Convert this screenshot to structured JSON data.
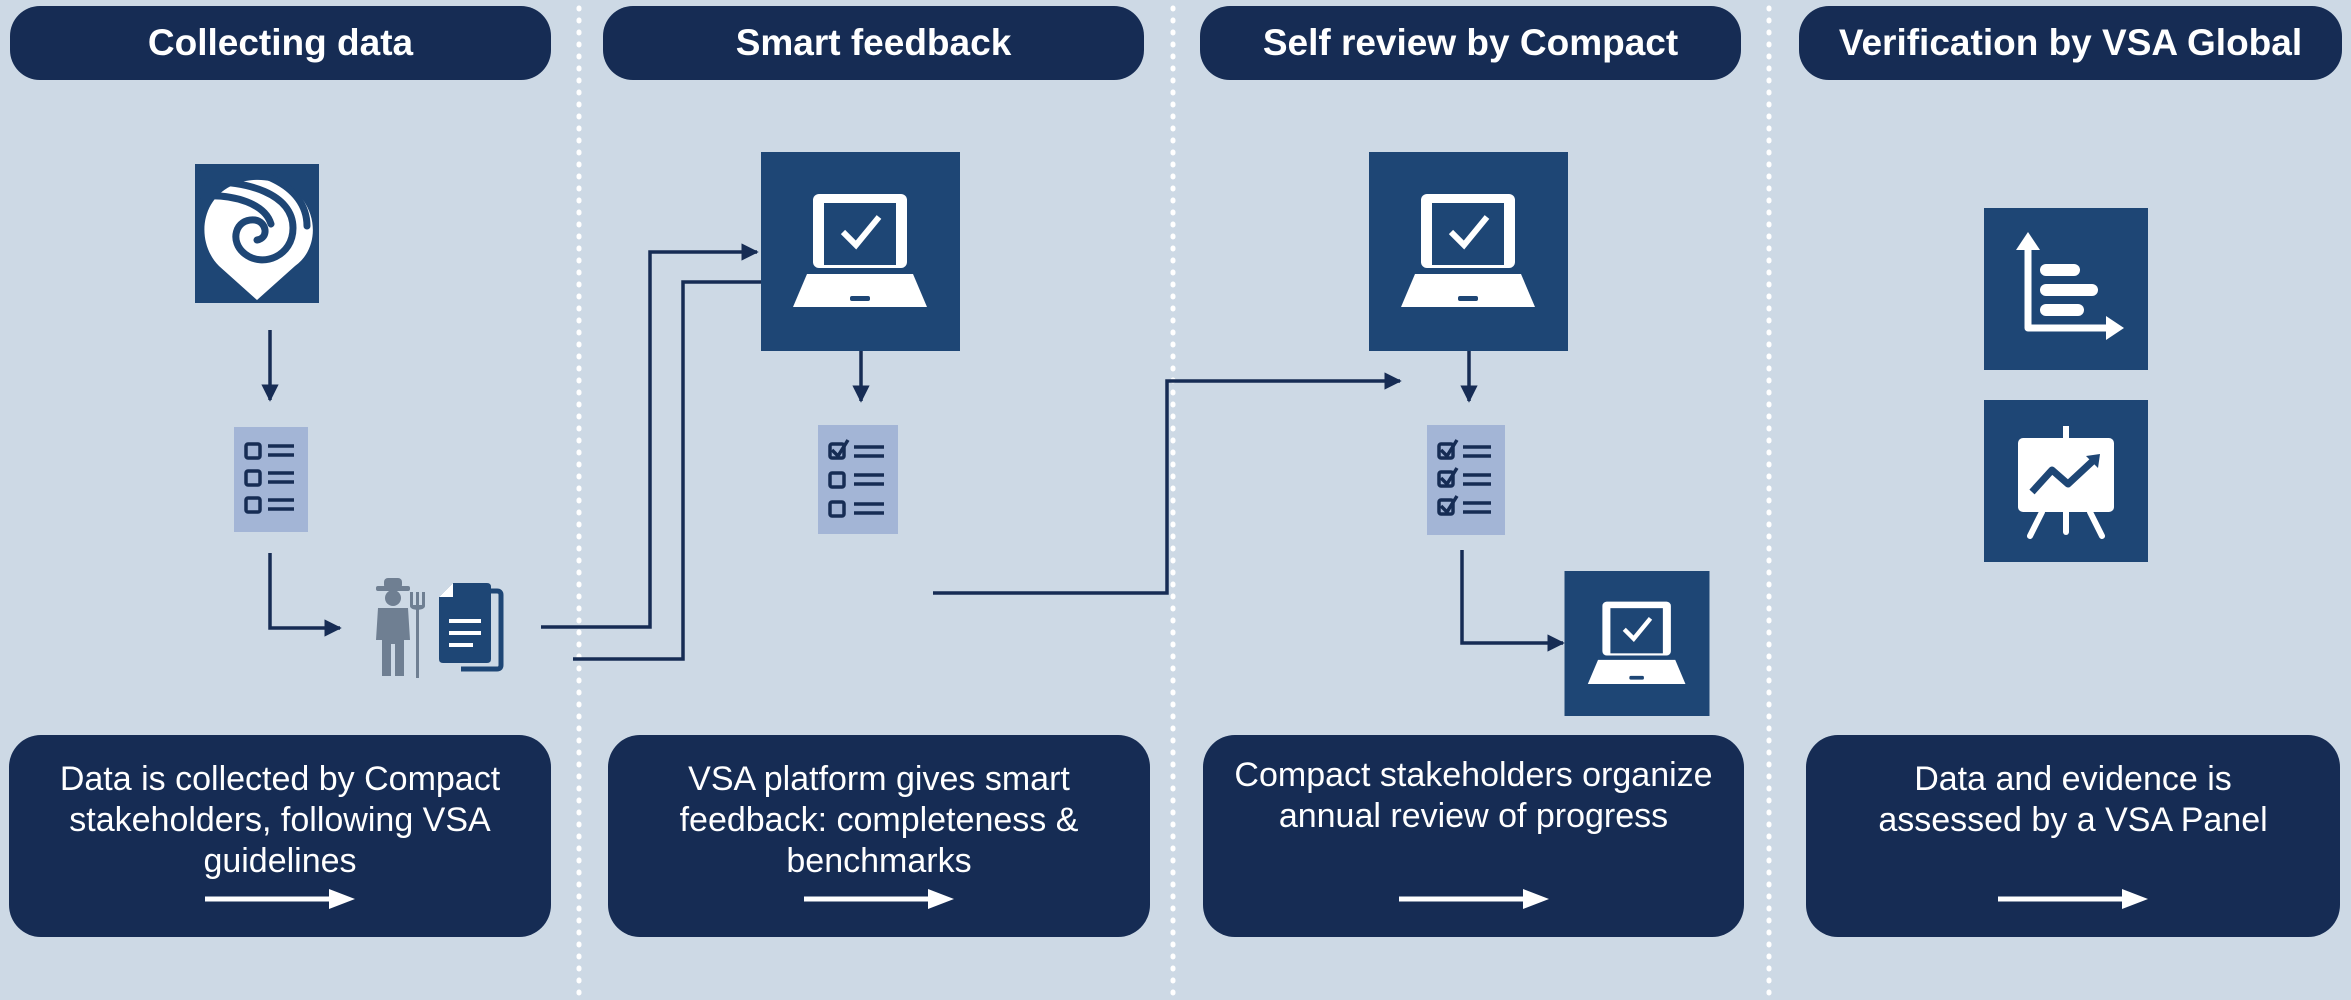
{
  "columns": [
    {
      "title": "Collecting data",
      "description": "Data is collected by Compact stakeholders, following VSA guidelines"
    },
    {
      "title": "Smart feedback",
      "description": "VSA platform gives smart feedback: completeness & benchmarks"
    },
    {
      "title": "Self review by Compact",
      "description": "Compact stakeholders organize annual review of progress"
    },
    {
      "title": "Verification by VSA Global",
      "description": "Data and evidence is assessed by a VSA Panel"
    }
  ],
  "colors": {
    "background": "#cdd9e5",
    "header_fill": "#162c54",
    "icon_tile": "#1e4675",
    "checklist_tile": "#a3b5d6",
    "connector": "#162c54",
    "farmer_icon": "#6f7f92"
  },
  "icons": [
    "location-pin-logo-icon",
    "checklist-icon",
    "farmer-icon",
    "document-icon",
    "laptop-check-icon",
    "growth-chart-icon",
    "presentation-board-icon"
  ]
}
